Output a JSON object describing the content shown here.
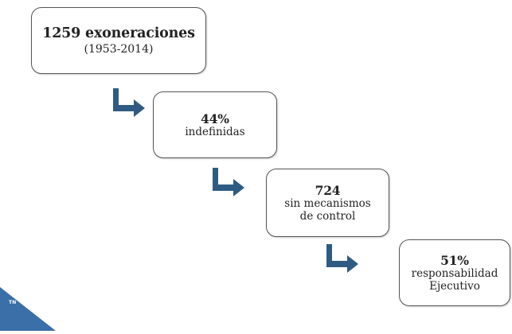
{
  "steps": [
    {
      "value": "1259 exoneraciones",
      "label": "(1953-2014)"
    },
    {
      "value": "44%",
      "label": "indefinidas"
    },
    {
      "value": "724",
      "label_line1": "sin mecanismos",
      "label_line2": "de control"
    },
    {
      "value": "51%",
      "label_line1": "responsabilidad",
      "label_line2": "Ejecutivo"
    }
  ],
  "badge": {
    "text": "TN"
  },
  "colors": {
    "arrow": "#2f5b82",
    "badge": "#3a6fa8",
    "border": "#555555"
  }
}
